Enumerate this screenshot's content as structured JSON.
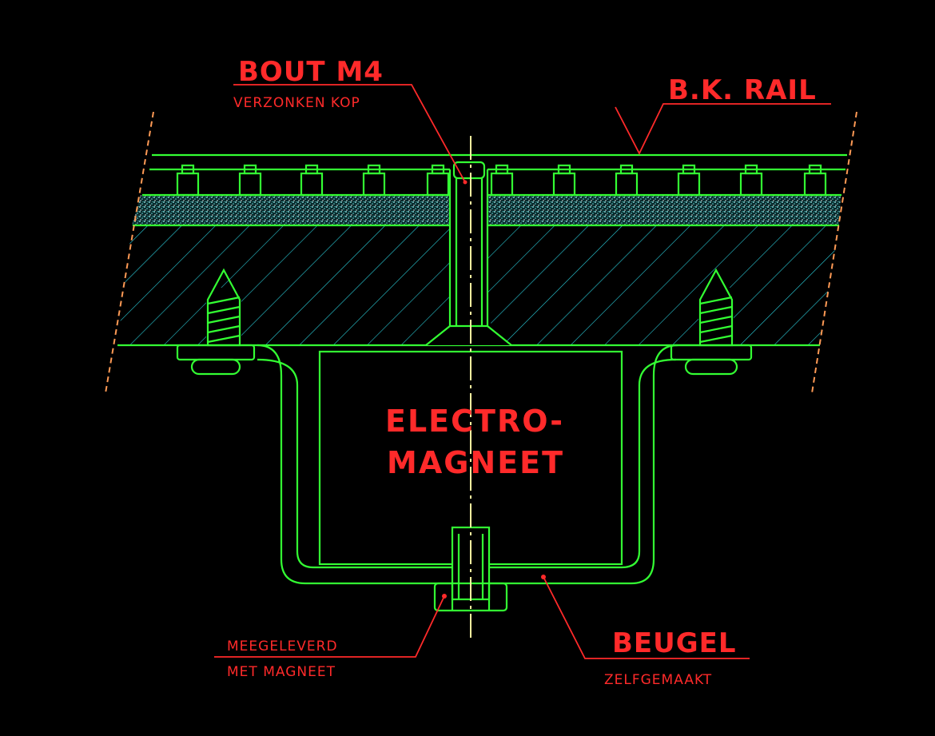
{
  "labels": {
    "bolt_title": "BOUT M4",
    "bolt_sub": "VERZONKEN KOP",
    "rail_title": "B.K. RAIL",
    "magnet_line1": "ELECTRO-",
    "magnet_line2": "MAGNEET",
    "supplied_line1": "MEEGELEVERD",
    "supplied_line2": "MET MAGNEET",
    "bracket_title": "BEUGEL",
    "bracket_sub": "ZELFGEMAAKT"
  },
  "colors": {
    "background": "#000000",
    "outline": "#33ff33",
    "hatch": "#29c9d6",
    "text": "#ff2a2a",
    "centerline": "#fff3a0",
    "break_line": "#ff9a55"
  }
}
